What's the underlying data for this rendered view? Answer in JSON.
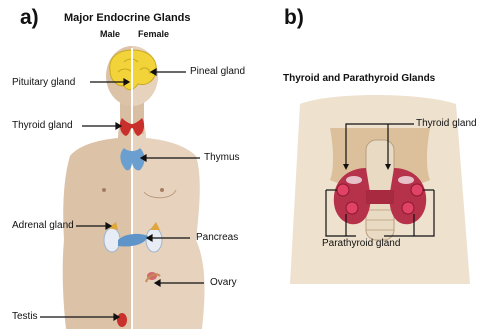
{
  "panel_a": {
    "letter": "a)",
    "title": "Major Endocrine Glands",
    "sub_male": "Male",
    "sub_female": "Female",
    "labels": {
      "pituitary": "Pituitary gland",
      "pineal": "Pineal gland",
      "thyroid": "Thyroid gland",
      "thymus": "Thymus",
      "adrenal": "Adrenal gland",
      "pancreas": "Pancreas",
      "ovary": "Ovary",
      "testis": "Testis"
    }
  },
  "panel_b": {
    "letter": "b)",
    "title": "Thyroid and Parathyroid Glands",
    "labels": {
      "thyroid": "Thyroid gland",
      "parathyroid": "Parathyroid gland"
    }
  },
  "colors": {
    "skin_male": "#dcc3a8",
    "skin_female": "#e6d2bd",
    "brain": "#f2d43a",
    "thyroid": "#c9302c",
    "thymus": "#6a9fcf",
    "pancreas": "#5f94c8",
    "parathyroid": "#d8284a"
  }
}
